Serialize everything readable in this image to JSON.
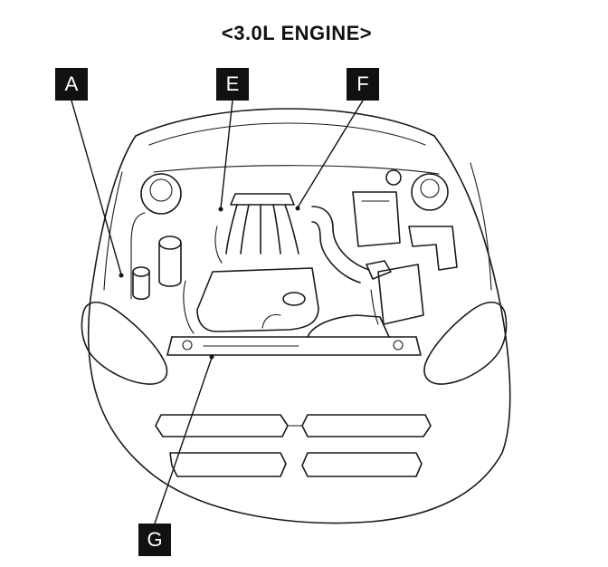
{
  "title": "<3.0L ENGINE>",
  "callouts": {
    "a": "A",
    "e": "E",
    "f": "F",
    "g": "G"
  }
}
